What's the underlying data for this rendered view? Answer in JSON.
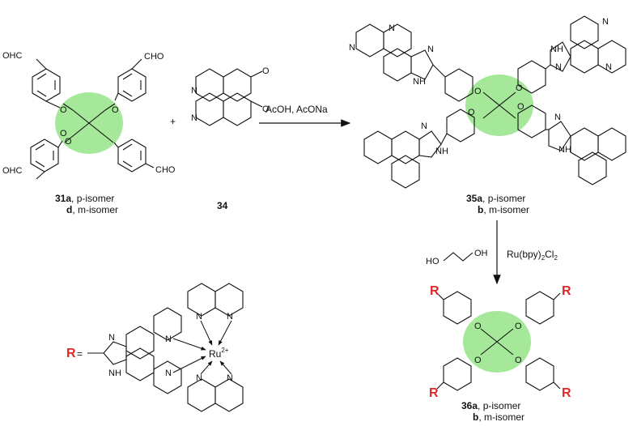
{
  "colors": {
    "core": "#a6e89a",
    "r_label": "#e0282a",
    "ink": "#111111"
  },
  "reactants": {
    "compound_31": {
      "number": "31a",
      "line1_rest": ", p-isomer",
      "line2_letter": "d",
      "line2_rest": ", m-isomer",
      "cho_labels": [
        "OHC",
        "CHO",
        "OHC",
        "CHO"
      ],
      "o_labels": [
        "O",
        "O",
        "O",
        "O"
      ]
    },
    "plus": "+",
    "compound_34": {
      "number": "34",
      "o_labels": [
        "O",
        "O"
      ],
      "n_labels": [
        "N",
        "N"
      ]
    }
  },
  "step1": {
    "reagents": "AcOH, AcONa"
  },
  "product_35": {
    "number": "35a",
    "line1_rest": ", p-isomer",
    "line2_letter": "b",
    "line2_rest": ", m-isomer",
    "n_labels": [
      "N",
      "N",
      "N",
      "N",
      "N",
      "N",
      "N",
      "N"
    ],
    "nh_labels": [
      "NH",
      "NH",
      "NH",
      "NH"
    ],
    "o_labels": [
      "O",
      "O",
      "O",
      "O"
    ]
  },
  "step2": {
    "reagent_diol_left": "HO",
    "reagent_diol_right": "OH",
    "reagent_metal_prefix": "Ru(bpy)",
    "reagent_metal_sub": "2",
    "reagent_metal_mid": "Cl",
    "reagent_metal_sub2": "2"
  },
  "product_36": {
    "number": "36a",
    "line1_rest": ", p-isomer",
    "line2_letter": "b",
    "line2_rest": ", m-isomer",
    "r_labels": [
      "R",
      "R",
      "R",
      "R"
    ],
    "o_labels": [
      "O",
      "O",
      "O",
      "O"
    ]
  },
  "r_definition": {
    "r_symbol": "R",
    "equals": "=",
    "n_label": "N",
    "nh_label": "NH",
    "ring_n": [
      "N",
      "N",
      "N",
      "N",
      "N",
      "N"
    ],
    "metal": "Ru",
    "charge": "2+"
  }
}
